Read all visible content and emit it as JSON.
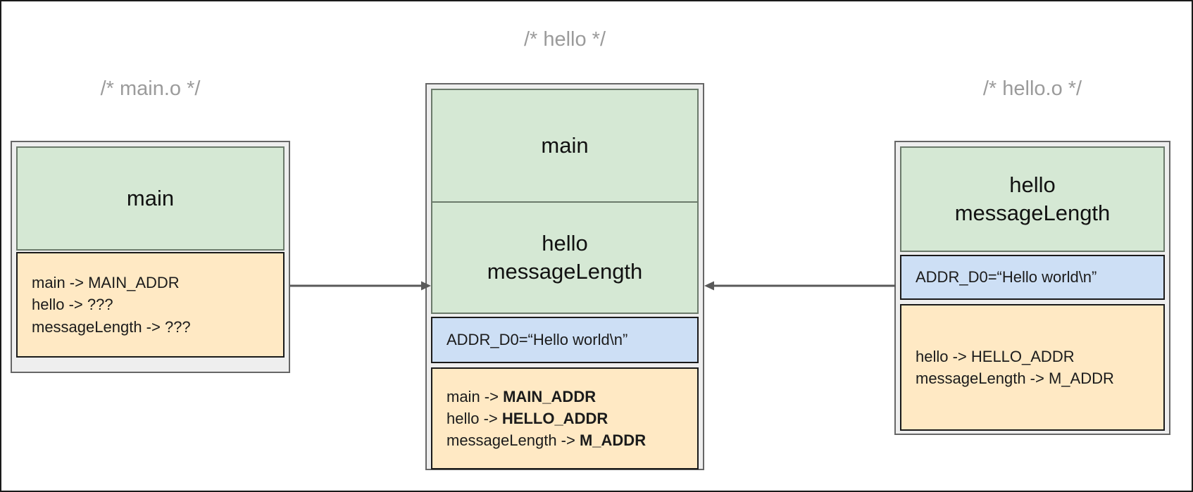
{
  "diagram": {
    "title_color": "#9b9b9b",
    "colors": {
      "green": "#d5e8d4",
      "blue": "#cddff5",
      "yellow": "#ffe9c4",
      "frame": "#eeeeee",
      "stroke": "#666666",
      "arrow": "#595959"
    }
  },
  "left": {
    "caption": "/* main.o */",
    "symbols": "main",
    "relocations": [
      {
        "name": "main -> MAIN_ADDR"
      },
      {
        "name": "hello -> ???"
      },
      {
        "name": "messageLength -> ???"
      }
    ]
  },
  "center": {
    "caption": "/* hello */",
    "symbols_top": "main",
    "symbols_bottom_line1": "hello",
    "symbols_bottom_line2": "messageLength",
    "data": "ADDR_D0=“Hello world\\n”",
    "relocations": [
      {
        "prefix": "main -> ",
        "value": "MAIN_ADDR"
      },
      {
        "prefix": "hello -> ",
        "value": "HELLO_ADDR"
      },
      {
        "prefix": "messageLength -> ",
        "value": "M_ADDR"
      }
    ]
  },
  "right": {
    "caption": "/* hello.o */",
    "symbols_line1": "hello",
    "symbols_line2": "messageLength",
    "data": "ADDR_D0=“Hello world\\n”",
    "relocations": [
      {
        "name": "hello -> HELLO_ADDR"
      },
      {
        "name": "messageLength -> M_ADDR"
      }
    ]
  },
  "arrows": {
    "left_to_center": "arrow-right",
    "right_to_center": "arrow-left"
  }
}
